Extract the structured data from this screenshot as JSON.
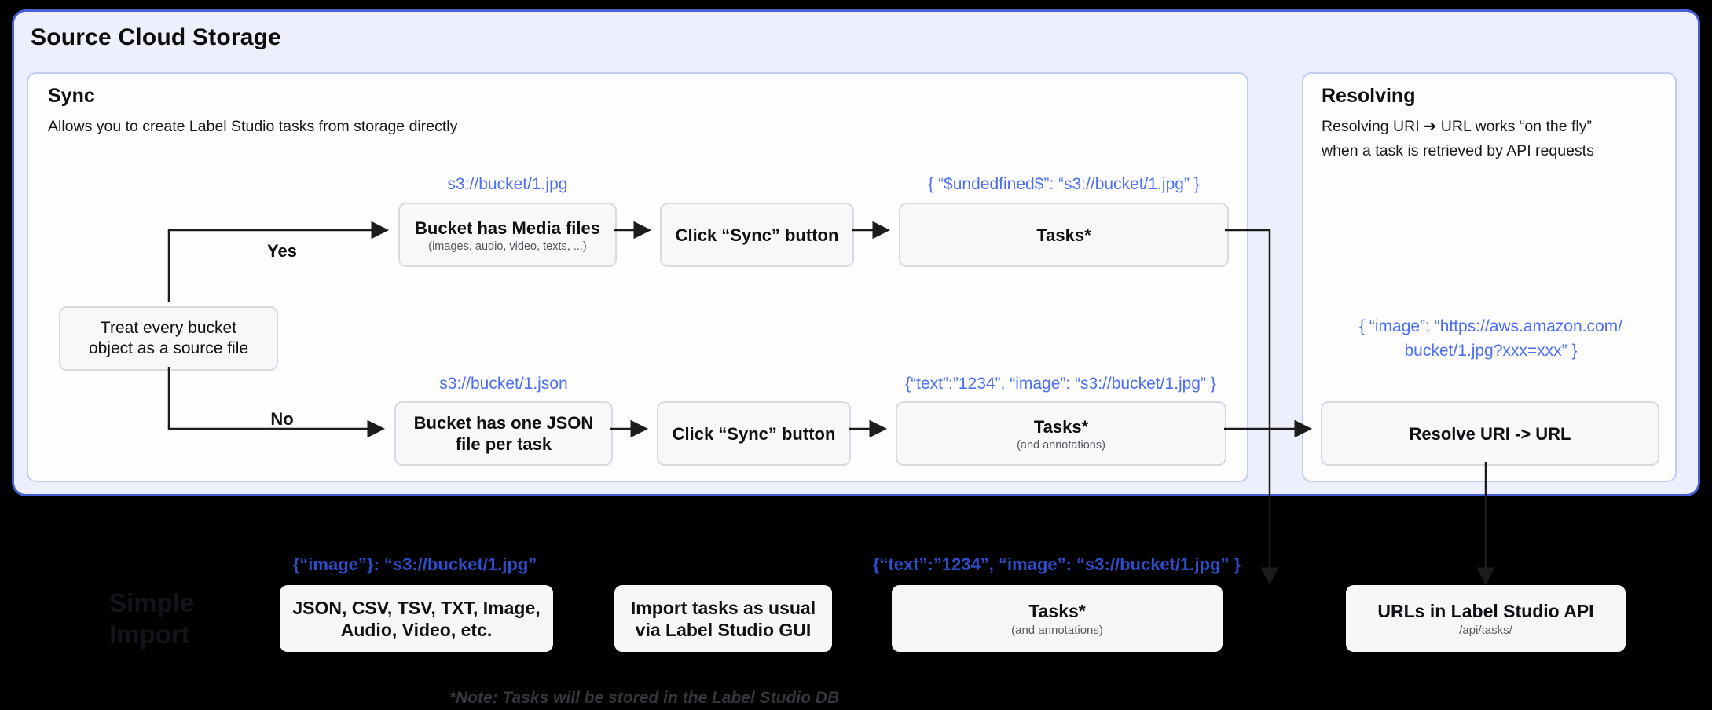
{
  "colors": {
    "accent_blue": "#4c6ef5",
    "bottom_blue": "#2f4dc9",
    "container_bg": "#edf0fc",
    "container_border": "#4862d6",
    "node_bg": "#f8f8fa"
  },
  "title": "Source Cloud Storage",
  "sync": {
    "title": "Sync",
    "subtitle": "Allows you to create Label Studio tasks from storage directly",
    "decision_line1": "Treat every bucket",
    "decision_line2": "object as a source file",
    "yes": "Yes",
    "no": "No",
    "row1": {
      "uri": "s3://bucket/1.jpg",
      "bucket_title": "Bucket has Media files",
      "bucket_sub": "(images, audio, video, texts, ...)",
      "sync_button": "Click “Sync” button",
      "task_json": "{ “$undedfined$”: “s3://bucket/1.jpg” }",
      "tasks": "Tasks*"
    },
    "row2": {
      "uri": "s3://bucket/1.json",
      "bucket_line1": "Bucket has one JSON",
      "bucket_line2": "file per task",
      "sync_button": "Click “Sync” button",
      "task_json": "{“text”:”1234”,  “image”: “s3://bucket/1.jpg” }",
      "tasks": "Tasks*",
      "tasks_sub": "(and annotations)"
    }
  },
  "resolving": {
    "title": "Resolving",
    "body_line1": "Resolving URI ➔ URL works “on the fly”",
    "body_line2": "when a task is retrieved by API requests",
    "url_line1": "{ “image”: “https://aws.amazon.com/",
    "url_line2": "bucket/1.jpg?xxx=xxx” }",
    "resolve_box": "Resolve URI -> URL"
  },
  "bottom": {
    "faded_line1": "Simple",
    "faded_line2": "Import",
    "formats_json": "{“image”}: “s3://bucket/1.jpg”",
    "formats_line1": "JSON, CSV, TSV, TXT, Image,",
    "formats_line2": "Audio, Video, etc.",
    "import_line1": "Import tasks as usual",
    "import_line2": "via Label Studio GUI",
    "tasks_json": "{“text”:”1234”,  “image”: “s3://bucket/1.jpg” }",
    "tasks": "Tasks*",
    "tasks_sub": "(and annotations)",
    "api": "URLs in Label Studio API",
    "api_sub": "/api/tasks/",
    "note": "*Note: Tasks will be stored in the Label Studio DB"
  }
}
